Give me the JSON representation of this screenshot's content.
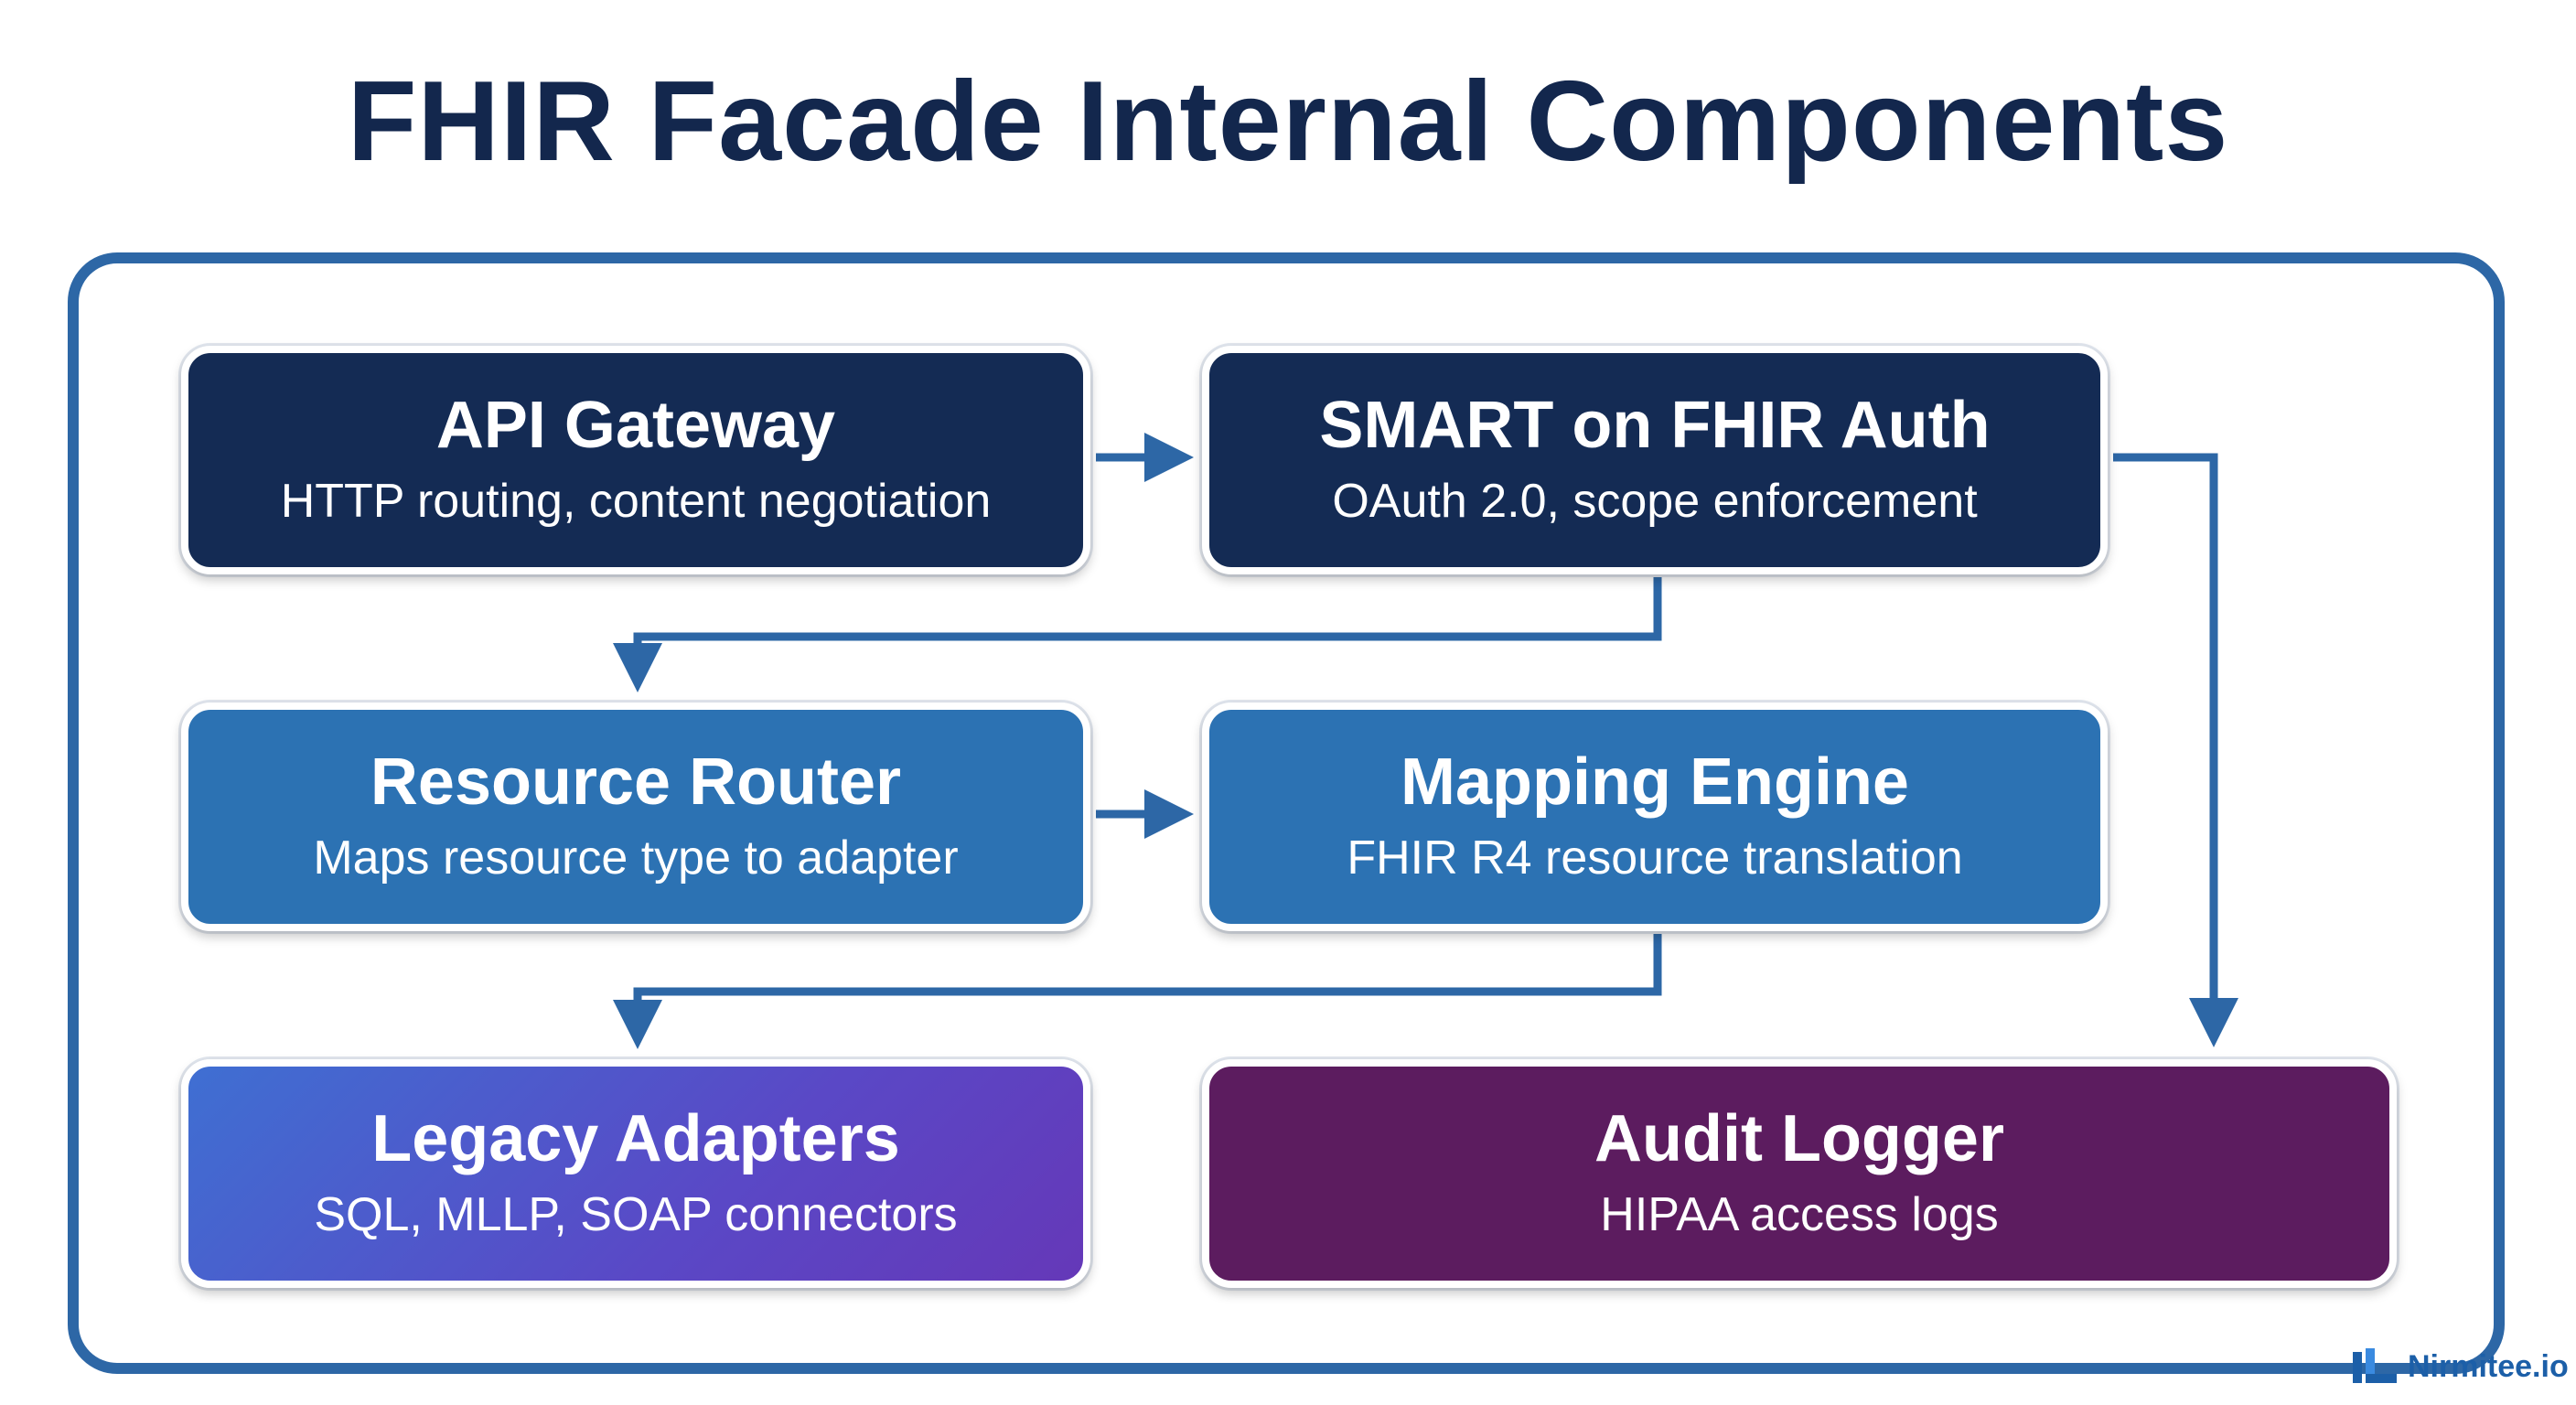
{
  "title": "FHIR Facade Internal Components",
  "colors": {
    "title": "#13274d",
    "frame": "#2d67a6",
    "connector": "#2d67a6",
    "node_dark": "#142b54",
    "node_mid": "#2c72b3",
    "node_gradient_start": "#3f6fd2",
    "node_gradient_end": "#6538b8",
    "node_purple": "#5c1c5f"
  },
  "nodes": {
    "api_gateway": {
      "title": "API Gateway",
      "subtitle": "HTTP routing, content negotiation"
    },
    "smart_auth": {
      "title": "SMART on FHIR Auth",
      "subtitle": "OAuth 2.0, scope enforcement"
    },
    "resource_router": {
      "title": "Resource Router",
      "subtitle": "Maps resource type to adapter"
    },
    "mapping_engine": {
      "title": "Mapping Engine",
      "subtitle": "FHIR R4 resource translation"
    },
    "legacy_adapters": {
      "title": "Legacy Adapters",
      "subtitle": "SQL, MLLP, SOAP connectors"
    },
    "audit_logger": {
      "title": "Audit Logger",
      "subtitle": "HIPAA access logs"
    }
  },
  "edges": [
    {
      "from": "API Gateway",
      "to": "SMART on FHIR Auth"
    },
    {
      "from": "SMART on FHIR Auth",
      "to": "Resource Router"
    },
    {
      "from": "SMART on FHIR Auth",
      "to": "Audit Logger"
    },
    {
      "from": "Resource Router",
      "to": "Mapping Engine"
    },
    {
      "from": "Mapping Engine",
      "to": "Legacy Adapters"
    }
  ],
  "brand": {
    "name": "Nirmitee.io",
    "icon": "nirmitee-logo-icon"
  }
}
